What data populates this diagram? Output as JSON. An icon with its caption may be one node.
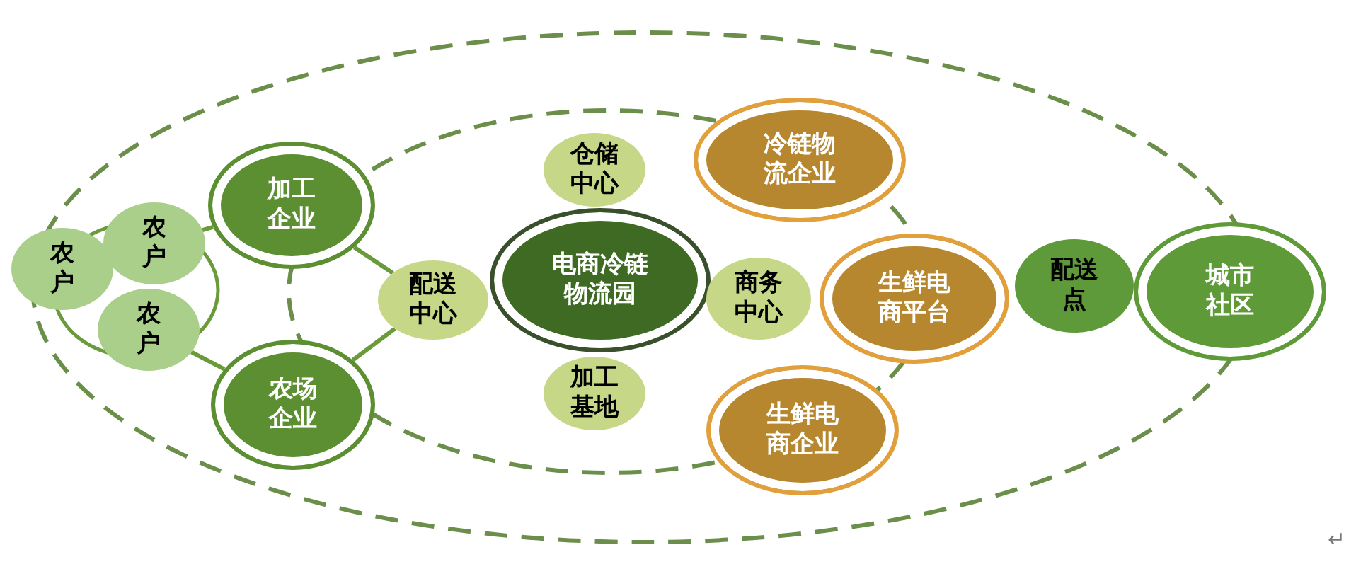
{
  "diagram": {
    "nodes": [
      {
        "text": [
          "农户"
        ]
      },
      {
        "text": [
          "农户"
        ]
      },
      {
        "text": [
          "农户"
        ]
      },
      {
        "text": [
          "加工企业"
        ]
      },
      {
        "text": [
          "农场企业"
        ]
      },
      {
        "text": [
          "配送中心"
        ]
      },
      {
        "text": [
          "仓储中心"
        ]
      },
      {
        "text": [
          "电商冷链物流园"
        ]
      },
      {
        "text": [
          "加工基地"
        ]
      },
      {
        "text": [
          "商务中心"
        ]
      },
      {
        "text": [
          "冷链物流企业"
        ]
      },
      {
        "text": [
          "生鲜电商平台"
        ]
      },
      {
        "text": [
          "生鲜电商企业"
        ]
      },
      {
        "text": [
          "配送点"
        ]
      },
      {
        "text": [
          "城市社区"
        ]
      }
    ],
    "edges": [
      {
        "from": 1,
        "to": 3,
        "arrow": "none"
      },
      {
        "from": 2,
        "to": 4,
        "arrow": "none"
      },
      {
        "from": 3,
        "to": 5,
        "arrow": "none"
      },
      {
        "from": 4,
        "to": 5,
        "arrow": "none"
      }
    ],
    "labels": [
      "↵"
    ]
  }
}
